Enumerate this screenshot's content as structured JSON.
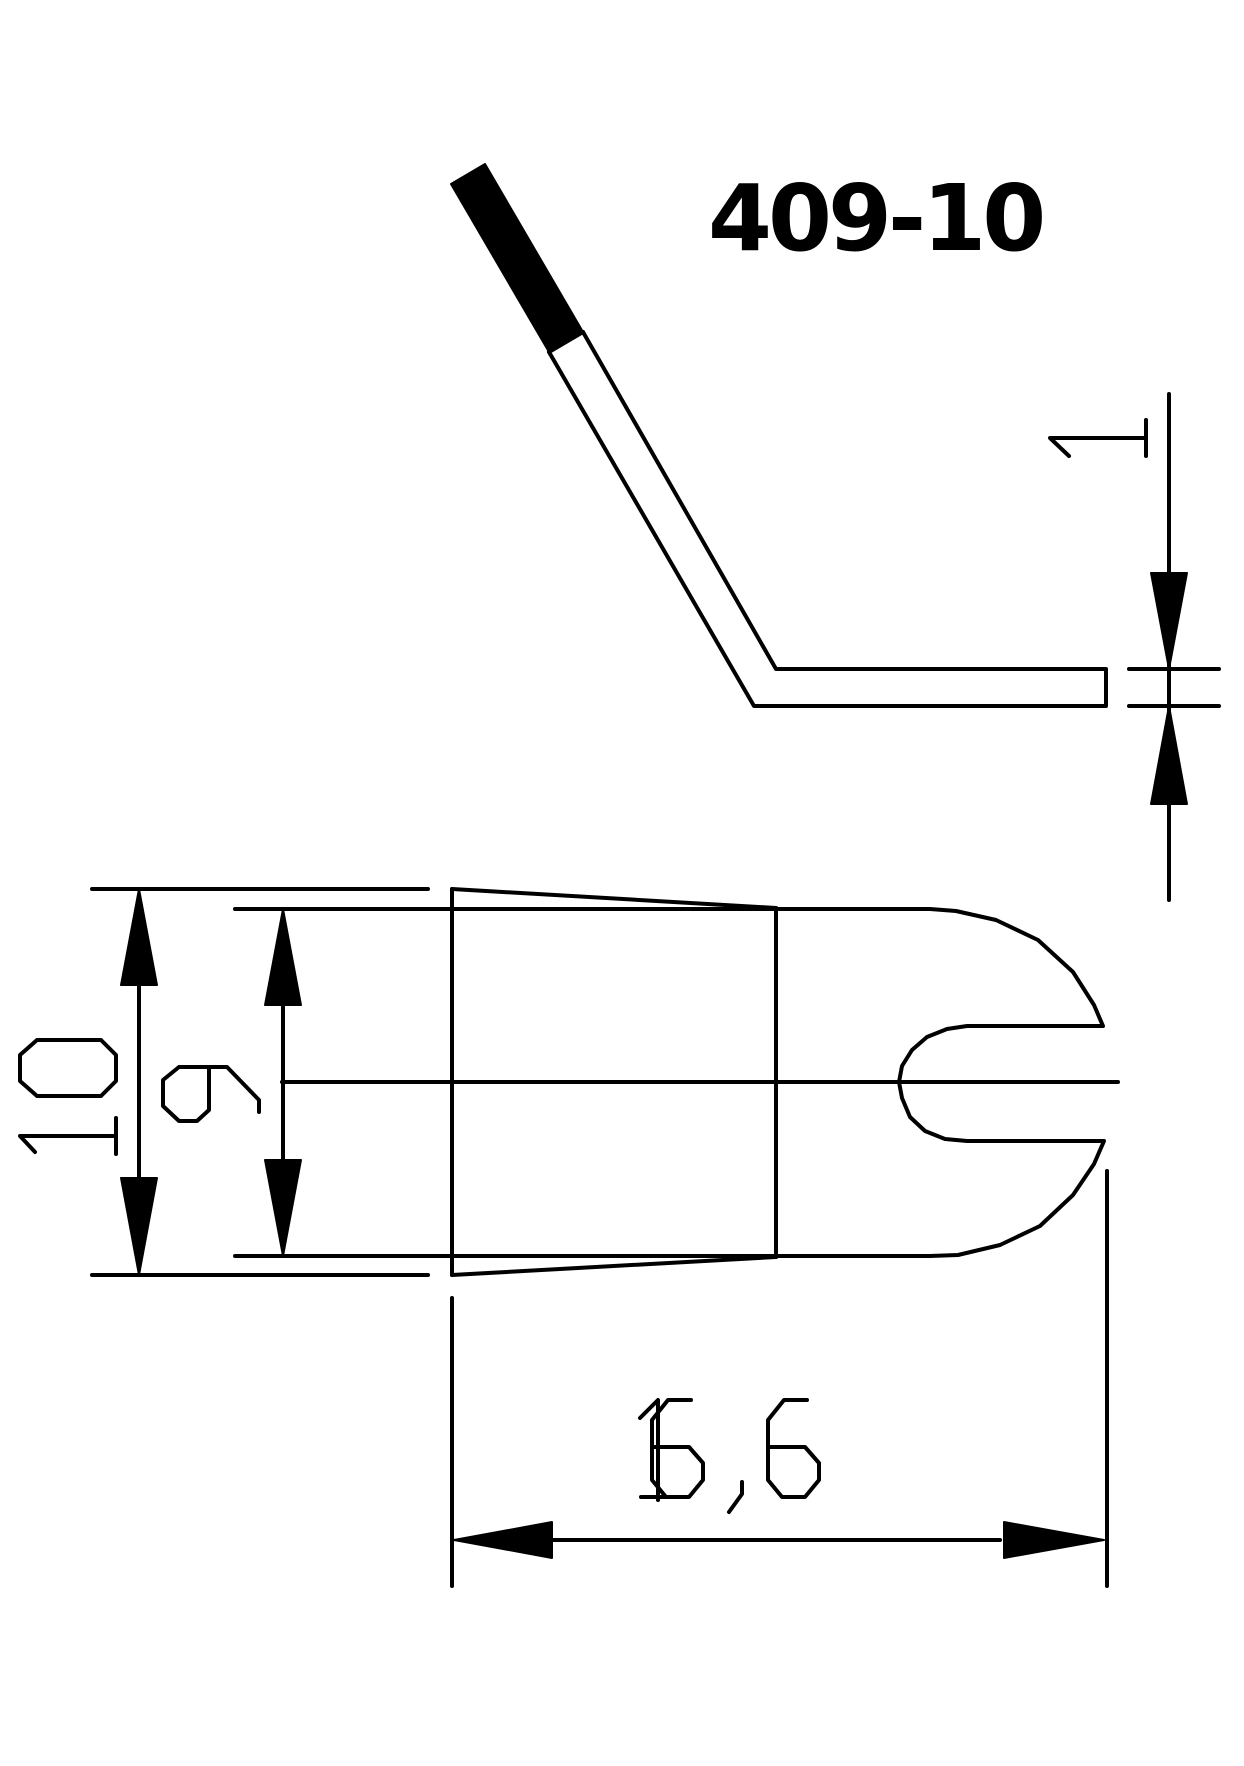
{
  "drawing": {
    "part_number": "409-10",
    "type": "technical drawing",
    "views": [
      {
        "name": "side-view",
        "description": "bent terminal profile with angled leg (insulated tip) and flat tongue"
      },
      {
        "name": "top-view",
        "description": "flat fork terminal with tapered shank and slotted rounded tongue"
      }
    ],
    "dimensions": {
      "thickness": {
        "value": "1",
        "orientation": "vertical",
        "location": "side-view right"
      },
      "outer_width": {
        "value": "10",
        "orientation": "vertical",
        "location": "top-view left"
      },
      "inner_width": {
        "value": "9",
        "orientation": "vertical",
        "location": "top-view left"
      },
      "length": {
        "value": "16,6",
        "orientation": "horizontal",
        "location": "top-view bottom"
      }
    },
    "colors": {
      "line": "#000000",
      "background": "#ffffff"
    }
  }
}
